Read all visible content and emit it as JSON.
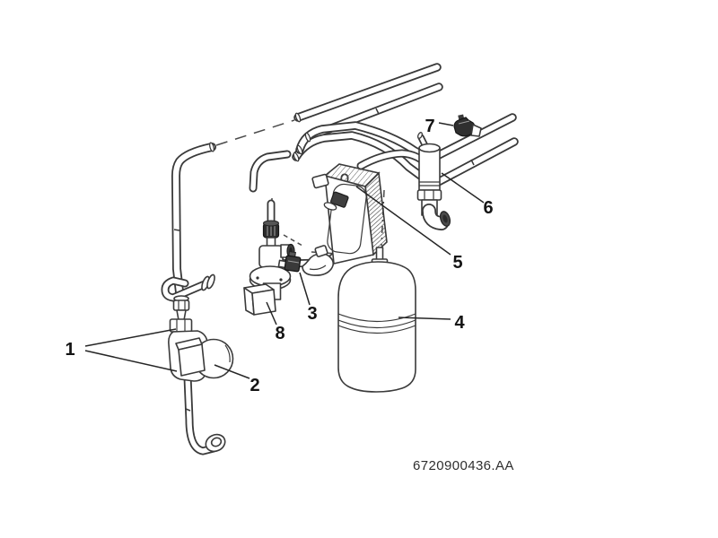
{
  "figure": {
    "background_color": "#ffffff",
    "line_color": "#3a3a3a",
    "label_color": "#141414",
    "document_number": "6720900436.AA",
    "callouts": [
      {
        "label": "1"
      },
      {
        "label": "2"
      },
      {
        "label": "3"
      },
      {
        "label": "4"
      },
      {
        "label": "5"
      },
      {
        "label": "6"
      },
      {
        "label": "7"
      },
      {
        "label": "8"
      }
    ]
  }
}
